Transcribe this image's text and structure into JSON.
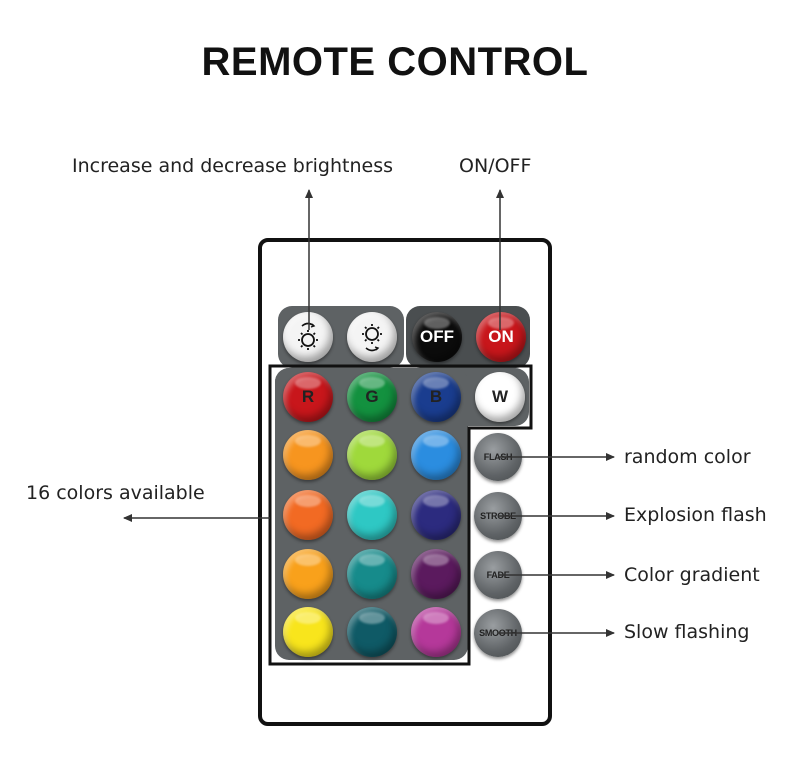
{
  "title": "REMOTE CONTROL",
  "annotations": {
    "brightness": "Increase and decrease brightness",
    "onoff": "ON/OFF",
    "colors": "16 colors available",
    "flash": "random color",
    "strobe": "Explosion flash",
    "fade": "Color gradient",
    "smooth": "Slow flashing"
  },
  "buttons": {
    "off": "OFF",
    "on": "ON",
    "r": "R",
    "g": "G",
    "b": "B",
    "w": "W",
    "flash": "FLASH",
    "strobe": "STROBE",
    "fade": "FADE",
    "smooth": "SMOOTH"
  },
  "colors": {
    "red": "#c8161b",
    "green": "#13913f",
    "blue": "#1a3d8f",
    "white": "#ffffff",
    "grid": [
      [
        "#f7951f",
        "#9fd93b",
        "#2b8de0"
      ],
      [
        "#f26a23",
        "#2ec8c4",
        "#2c2b7f"
      ],
      [
        "#f9a11b",
        "#168b8b",
        "#5b1a5e"
      ],
      [
        "#f8e51c",
        "#0f5a66",
        "#b5389a"
      ]
    ]
  }
}
